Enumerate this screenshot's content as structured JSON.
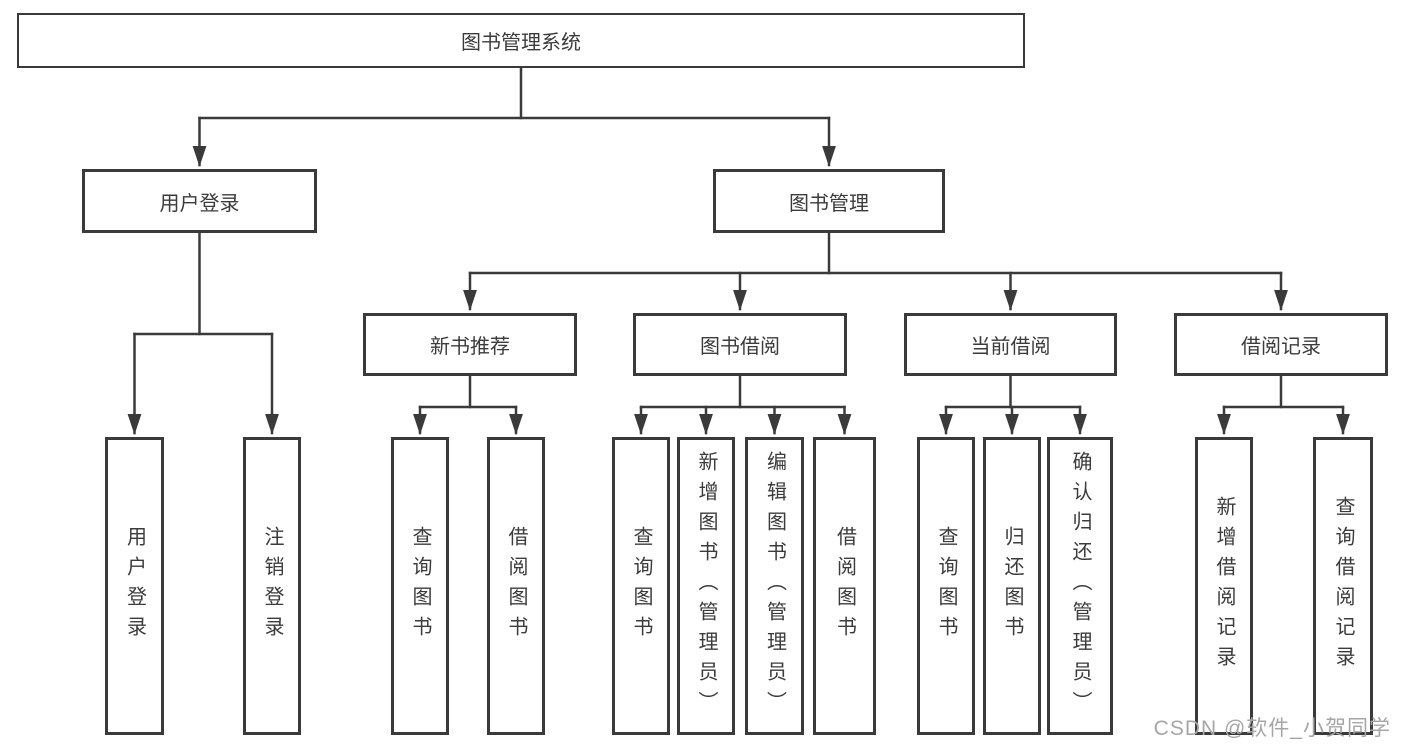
{
  "diagram": {
    "title": "图书管理系统",
    "root": {
      "label": "图书管理系统"
    },
    "branches": [
      {
        "label": "用户登录",
        "children": [
          {
            "label": "用户登录"
          },
          {
            "label": "注销登录"
          }
        ]
      },
      {
        "label": "图书管理",
        "groups": [
          {
            "label": "新书推荐",
            "children": [
              {
                "label": "查询图书"
              },
              {
                "label": "借阅图书"
              }
            ]
          },
          {
            "label": "图书借阅",
            "children": [
              {
                "label": "查询图书"
              },
              {
                "label": "新增图书（管理员）"
              },
              {
                "label": "编辑图书（管理员）"
              },
              {
                "label": "借阅图书"
              }
            ]
          },
          {
            "label": "当前借阅",
            "children": [
              {
                "label": "查询图书"
              },
              {
                "label": "归还图书"
              },
              {
                "label": "确认归还（管理员）"
              }
            ]
          },
          {
            "label": "借阅记录",
            "children": [
              {
                "label": "新增借阅记录"
              },
              {
                "label": "查询借阅记录"
              }
            ]
          }
        ]
      }
    ]
  },
  "watermark": {
    "text": "CSDN @软件_小贺同学"
  },
  "colors": {
    "line": "#3a3a3a",
    "text": "#3b3b3b",
    "background": "#ffffff",
    "watermark": "#a6a6a6"
  }
}
